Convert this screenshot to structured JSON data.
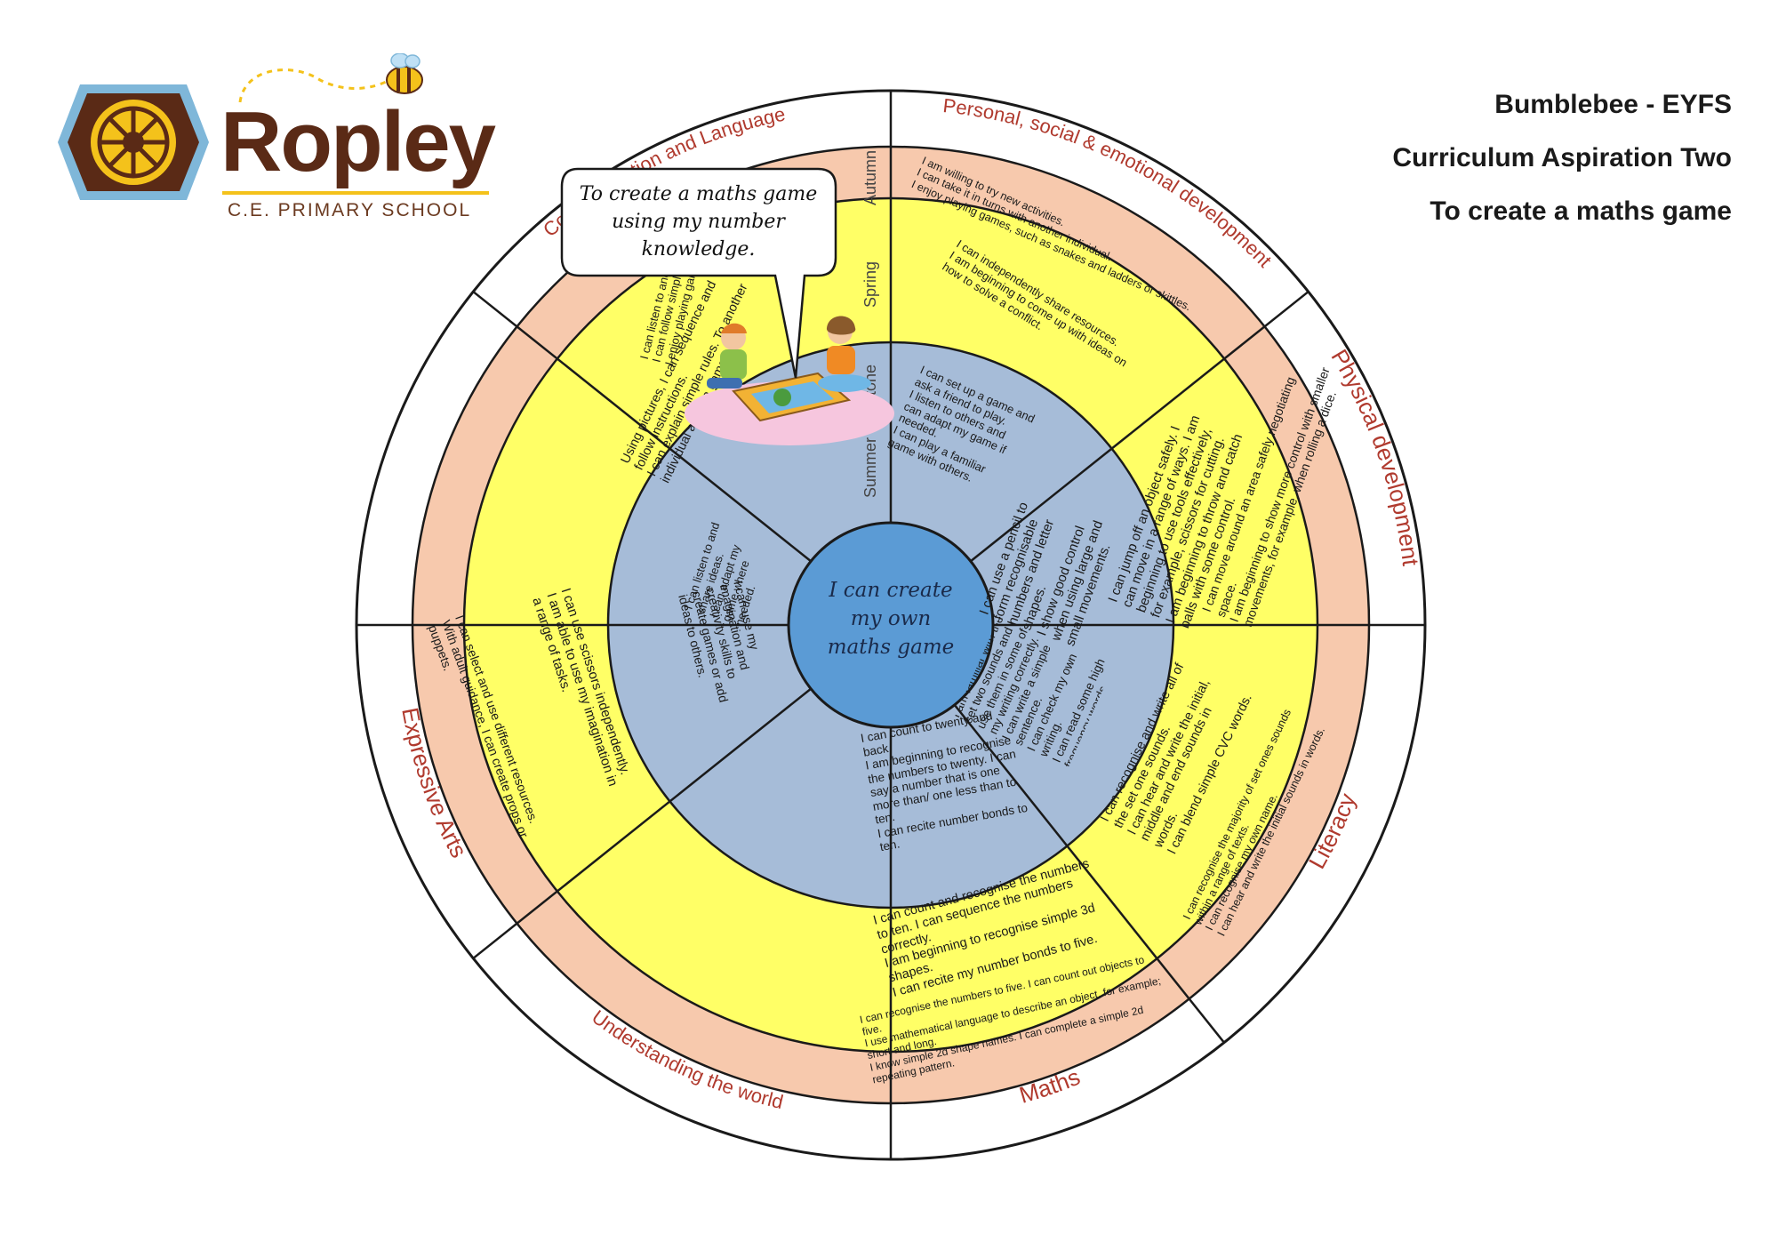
{
  "header": {
    "line1": "Bumblebee - EYFS",
    "line2": "Curriculum Aspiration Two",
    "line3": "To create a maths game"
  },
  "logo": {
    "name": "Ropley",
    "subtitle": "C.E. PRIMARY SCHOOL"
  },
  "speech_bubble": "To create a maths game using my number knowledge.",
  "centre": "I can create my own maths game",
  "ring_labels": {
    "autumn": "Autumn",
    "spring": "Spring",
    "summer": "Summer Milestone"
  },
  "colors": {
    "outer_ring": "#f7c9ad",
    "middle_ring": "#ffff66",
    "inner_ring": "#a6bcd8",
    "centre": "#5b9bd5",
    "domain_title": "#b03a2e",
    "lines": "#1a1a1a"
  },
  "domains": [
    {
      "name": "Personal, social & emotional development",
      "autumn": "I am willing to try new activities.\nI can take it in turns with another individual.\nI enjoy playing games, such as snakes and ladders or skittles.",
      "spring": "I can independently share resources.\nI am beginning to come up with ideas on how to solve a conflict.",
      "summer": "I can set up a game and ask a friend to play.\nI listen to others and can adapt my game if needed.\nI can play a familiar game with others."
    },
    {
      "name": "Physical development",
      "autumn": "I can move around an area safely negotiating space.\nI am beginning to show more control with smaller movements, for example, when rolling a dice.",
      "spring": "I can jump off an object safely. I can move in a range of ways. I am beginning to use tools effectively, for example, scissors for cutting.\nI am beginning to throw and catch balls with some control.",
      "summer": "I can use a pencil to form recognisable numbers and letter shapes.\nI show good control when using large and small movements."
    },
    {
      "name": "Literacy",
      "autumn": "I can recognise the majority of set ones sounds within a range of texts.\nI can recognise my own name.\nI can hear and write the initial sounds in words.",
      "spring": "I can recognise and write all of the set one sounds.\nI can hear and write the initial, middle and end sounds in words.\nI can blend simple CVC words.",
      "summer": "I am familiar with the set two sounds and I use them in some of my writing correctly.\nI can write a simple sentence.\nI can check my own writing.\nI can read some high frequency words."
    },
    {
      "name": "Maths",
      "autumn": "I can recognise the numbers to five. I can count out objects to five.\nI use mathematical language to describe an object, for example; short and long.\nI know simple 2d shape names. I can complete a simple 2d repeating pattern.",
      "spring": "I can count and recognise the numbers to ten. I can sequence the numbers correctly.\nI am beginning to recognise simple 3d shapes.\nI can recite my number bonds to five.",
      "summer": "I can count to twenty and back.\nI am beginning to recognise the numbers to twenty. I can say a number that is one more than/ one less than to ten.\nI can recite number bonds to ten."
    },
    {
      "name": "Understanding the world",
      "autumn": "",
      "spring": "",
      "summer": ""
    },
    {
      "name": "Expressive Arts",
      "autumn": "I can select and use different resources.\nWith adult guidance, I can create props or puppets.",
      "spring": "I can use scissors independently.\nI am able to use my imagination in a range of tasks.",
      "summer": "I can use my imagination and creativity skills to create games or add ideas to others."
    },
    {
      "name": "Communication and Language",
      "autumn": "I can listen to another individual.\nI can follow simple 2 step instructions.\nI enjoy playing games.",
      "spring": "Using pictures, I can sequence and follow instructions.\nI can explain simple rules. To another individual about a game.",
      "summer": "I can listen to and share ideas.\nI can adapt my game where needed."
    }
  ]
}
